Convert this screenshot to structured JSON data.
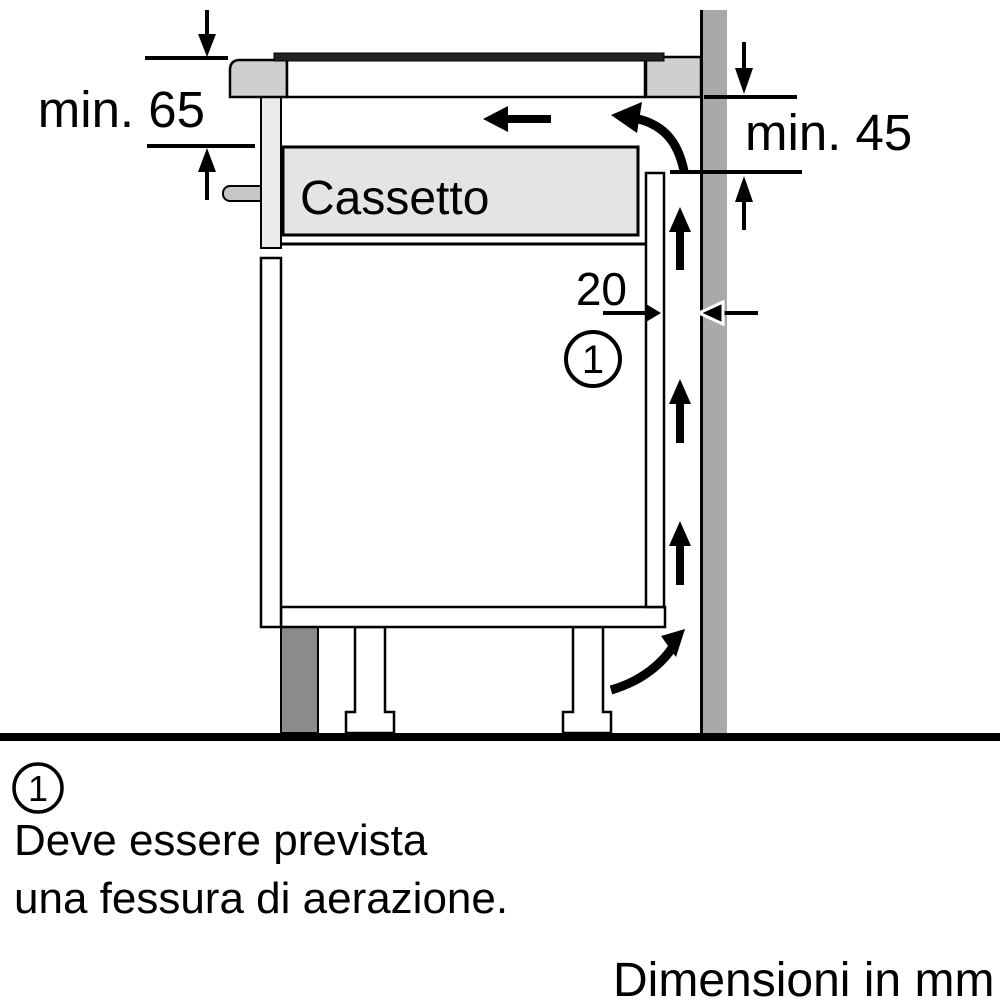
{
  "colors": {
    "wall": "#a9a9a9",
    "worktop": "#cfcfcf",
    "rail": "#ebebeb",
    "handle": "#c6c6c6",
    "drawer": "#e4e4e4",
    "plinth": "#8b8b8b",
    "glass": "#222222"
  },
  "diagram": {
    "dim_worktop_to_drawer": "min. 65",
    "dim_worktop_to_backpanel": "min. 45",
    "dim_vent_gap": "20",
    "drawer_label": "Cassetto",
    "callout": "1"
  },
  "footnote": {
    "marker": "1",
    "line1": "Deve essere prevista",
    "line2": "una fessura di aerazione."
  },
  "caption": "Dimensioni in mm"
}
